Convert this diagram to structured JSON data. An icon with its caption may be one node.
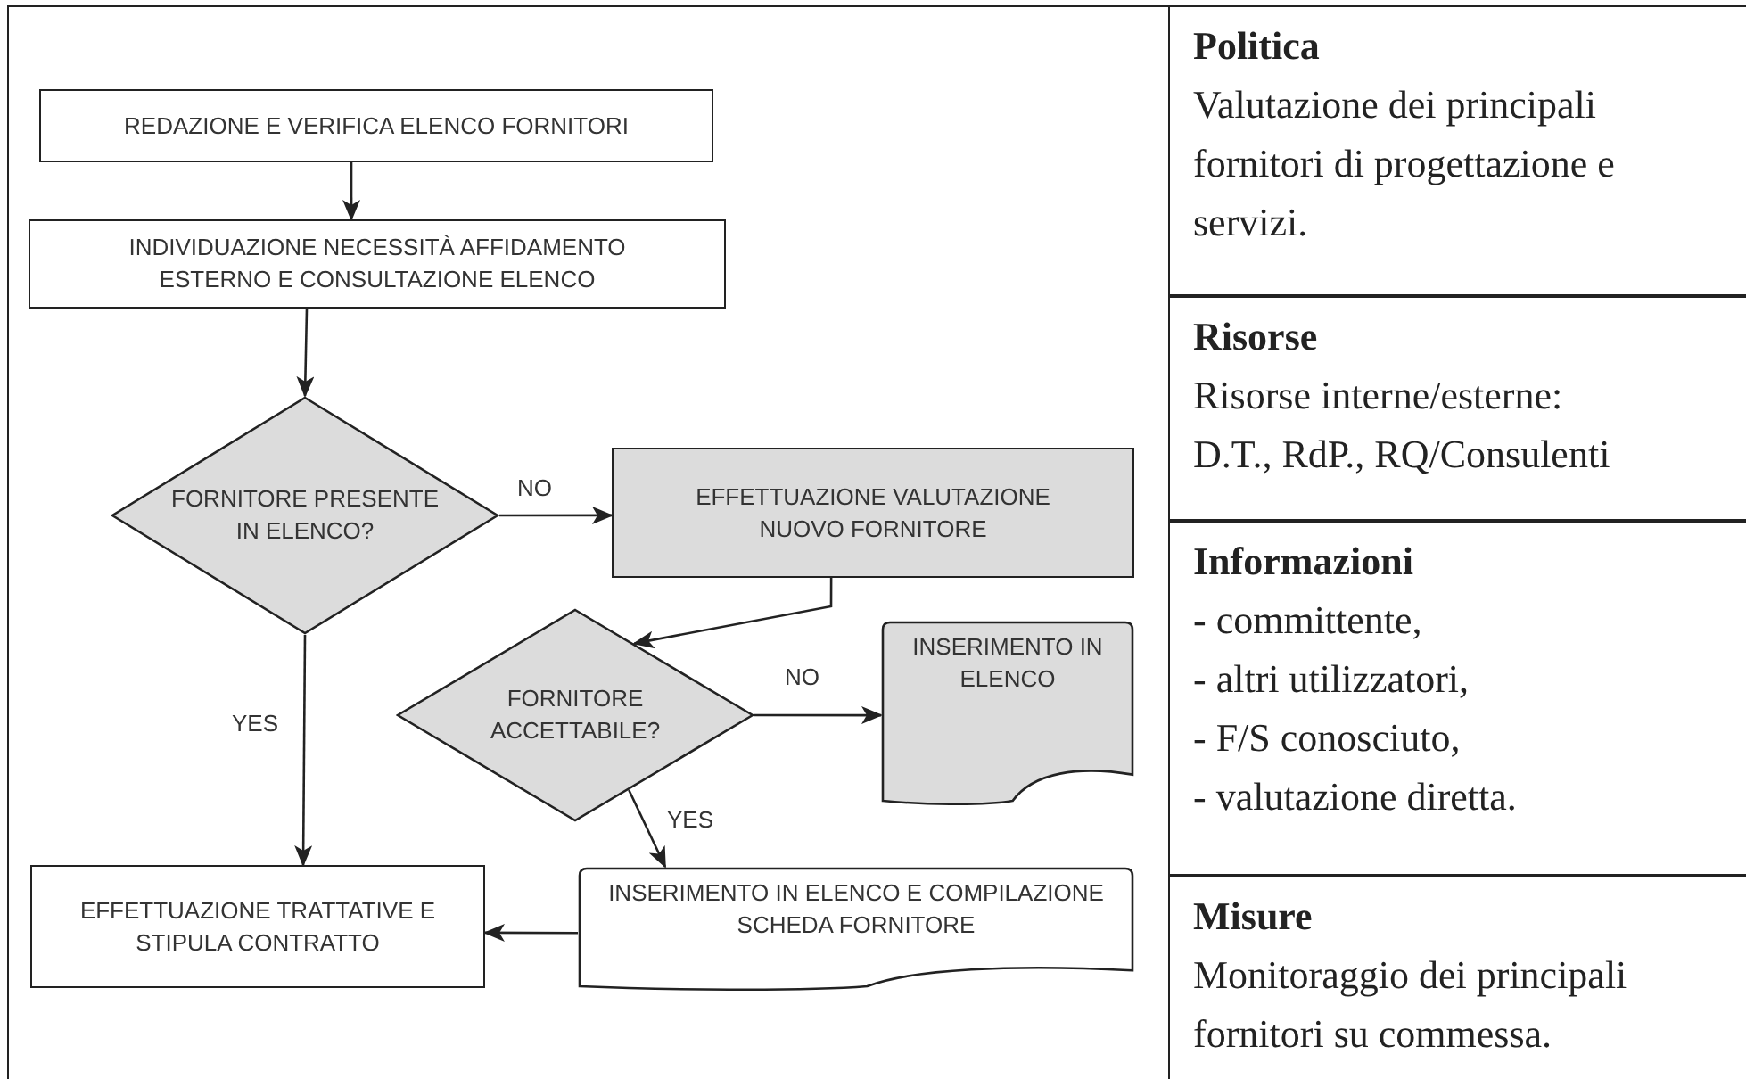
{
  "diagram": {
    "nodes": [
      {
        "text": [
          "REDAZIONE E VERIFICA ELENCO FORNITORI"
        ]
      },
      {
        "text": [
          "INDIVIDUAZIONE NECESSITÀ AFFIDAMENTO ESTERNO E CONSULTAZIONE ELENCO"
        ]
      },
      {
        "text": [
          "FORNITORE PRESENTE IN ELENCO?"
        ]
      },
      {
        "text": [
          "EFFETTUAZIONE VALUTAZIONE NUOVO FORNITORE"
        ]
      },
      {
        "text": [
          "FORNITORE ACCETTABILE?"
        ]
      },
      {
        "text": [
          "INSERIMENTO IN ELENCO"
        ]
      },
      {
        "text": [
          "INSERIMENTO IN ELENCO E COMPILAZIONE SCHEDA FORNITORE"
        ]
      },
      {
        "text": [
          "EFFETTUAZIONE TRATTATIVE E STIPULA CONTRATTO"
        ]
      },
      {
        "text": [
          "Politica",
          "Valutazione dei principali fornitori di progettazione e servizi."
        ]
      },
      {
        "text": [
          "Risorse",
          "Risorse interne/esterne: D.T., RdP., RQ/Consulenti"
        ]
      },
      {
        "text": [
          "Informazioni",
          "- committente,",
          "- altri utilizzatori,",
          "- F/S conosciuto,",
          "- valutazione diretta."
        ]
      },
      {
        "text": [
          "Misure",
          "Monitoraggio dei principali fornitori su commessa."
        ]
      }
    ],
    "edges": [
      {
        "from": 0,
        "to": 1,
        "arrow": "to"
      },
      {
        "from": 1,
        "to": 2,
        "arrow": "to"
      },
      {
        "from": 2,
        "to": 3,
        "arrow": "to",
        "label": "NO"
      },
      {
        "from": 2,
        "to": 7,
        "arrow": "to",
        "label": "YES"
      },
      {
        "from": 3,
        "to": 4,
        "arrow": "to"
      },
      {
        "from": 4,
        "to": 5,
        "arrow": "to",
        "label": "NO"
      },
      {
        "from": 4,
        "to": 6,
        "arrow": "to",
        "label": "YES"
      },
      {
        "from": 6,
        "to": 7,
        "arrow": "to"
      }
    ]
  }
}
